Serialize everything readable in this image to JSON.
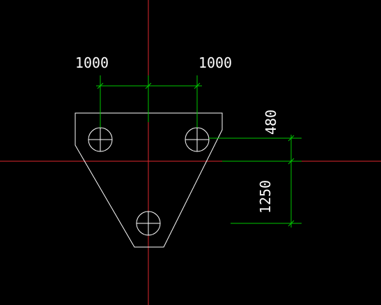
{
  "drawing": {
    "background_color": "#000000",
    "colors": {
      "axis": "#e0282e",
      "outline": "#ffffff",
      "dimension": "#00c800",
      "text": "#ffffff"
    },
    "dimensions": {
      "left_spacing": "1000",
      "right_spacing": "1000",
      "top_offset": "480",
      "vertical_spacing": "1250"
    }
  }
}
